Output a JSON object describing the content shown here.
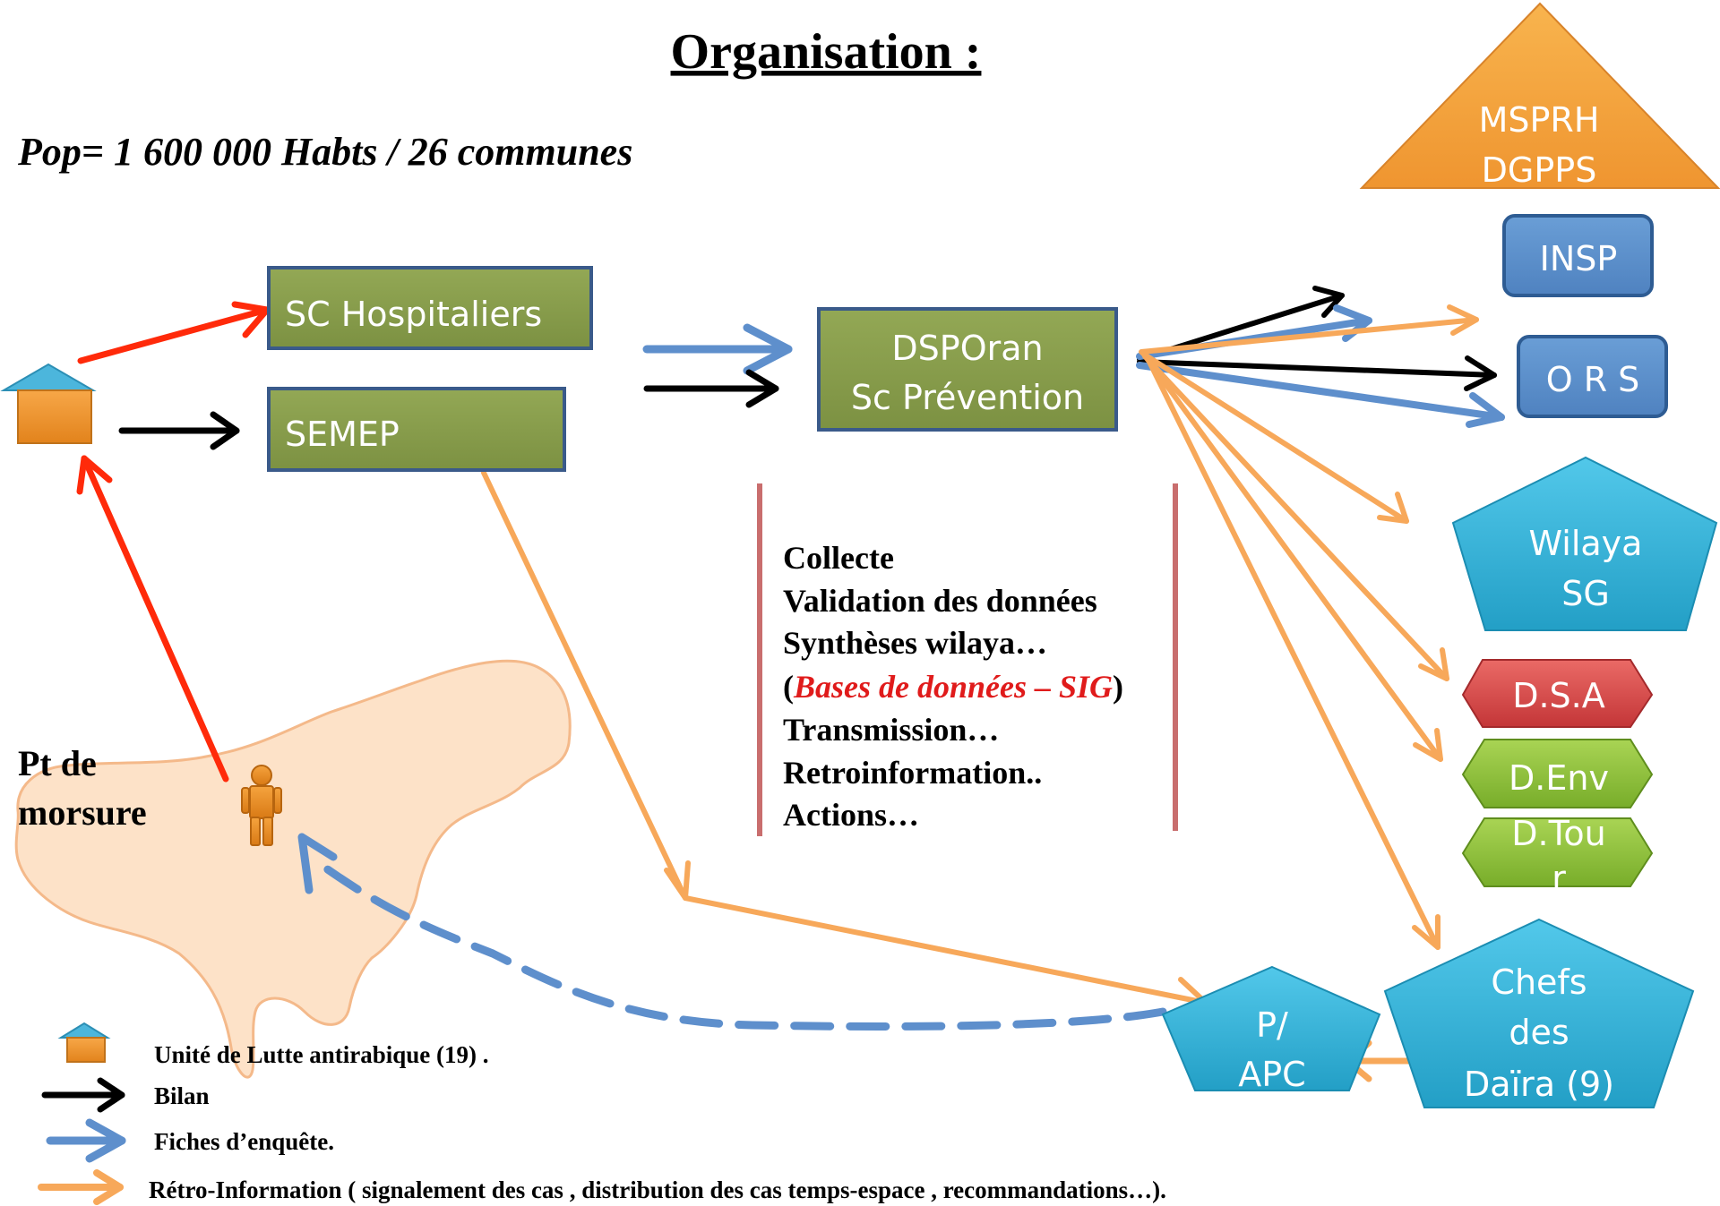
{
  "title": "Organisation :",
  "population": "Pop=  1 600 000 Habts / 26 communes",
  "colors": {
    "green_box": "#879c4a",
    "blue_box": "#5a8fcb",
    "cyan_shape": "#32b4d8",
    "orange_triangle": "#f3a23c",
    "red_box": "#d9484a",
    "lime_box": "#8fc23a",
    "arrow_red": "#ff2a0a",
    "arrow_black": "#000000",
    "arrow_blue": "#5e8fcc",
    "arrow_orange": "#f7a85a",
    "map_fill": "#fde2c8",
    "divider": "#c96e6e"
  },
  "nodes": {
    "sc_hospitaliers": "SC  Hospitaliers",
    "semep": "SEMEP",
    "dsp_line1": "DSPOran",
    "dsp_line2": "Sc Prévention",
    "msprh_line1": "MSPRH",
    "msprh_line2": "DGPPS",
    "insp": "INSP",
    "ors": "O R S",
    "wilaya_line1": "Wilaya",
    "wilaya_line2": "SG",
    "dsa": "D.S.A",
    "denv": "D.Env",
    "dtour_line1": "D.Tou",
    "dtour_line2": "r",
    "chefs_line1": "Chefs",
    "chefs_line2": "des",
    "chefs_line3": "Daïra (9)",
    "apc_line1": "P/",
    "apc_line2": "APC"
  },
  "tasks": {
    "line1": "Collecte",
    "line2": "Validation des données",
    "line3": "Synthèses wilaya…",
    "line4_open": "(",
    "line4_italic": "Bases de données – SIG",
    "line4_close": ")",
    "line5": "Transmission…",
    "line6": "Retroinformation..",
    "line7": "Actions…"
  },
  "bite_point": {
    "line1": "Pt de",
    "line2": "morsure"
  },
  "legend": {
    "unit": "Unité de Lutte antirabique (19)   .",
    "bilan": "Bilan",
    "fiches": "Fiches d’enquête.",
    "retro": "Rétro-Information (  signalement des cas , distribution des cas temps-espace , recommandations…)."
  }
}
